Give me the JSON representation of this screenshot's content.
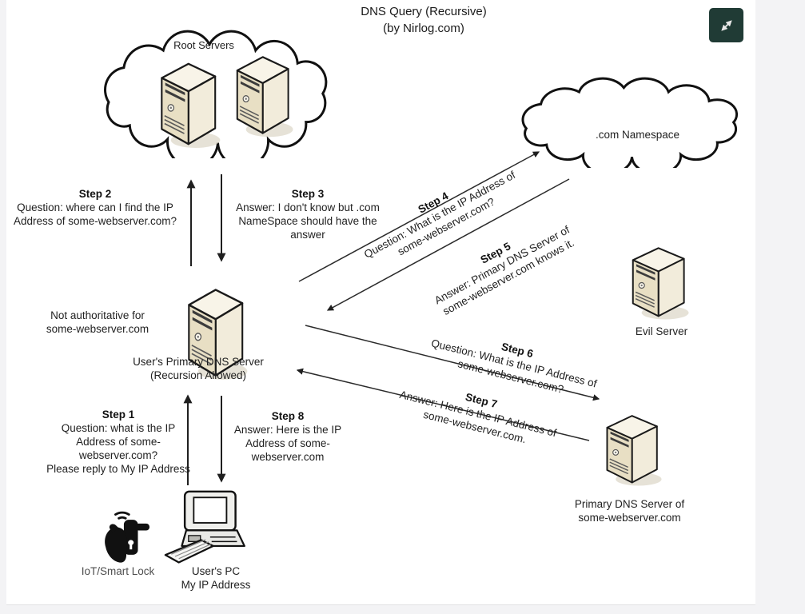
{
  "title": {
    "line1": "DNS Query (Recursive)",
    "line2": "(by Nirlog.com)"
  },
  "viewer": {
    "expand_button_icon": "diagonal-expand-arrows"
  },
  "colors": {
    "page_bg": "#f3f3f5",
    "canvas_bg": "#ffffff",
    "expand_button_bg": "#203b35",
    "diagram_line": "#2b2b2b",
    "server_front": "#e8dfc4",
    "server_side": "#f2ecdb",
    "server_top": "#f8f4e8"
  },
  "clouds": {
    "root": {
      "label": "Root Servers"
    },
    "com": {
      "label": ".com Namespace"
    }
  },
  "nodes": {
    "users_dns": {
      "annotation": [
        "Not authoritative for",
        "some-webserver.com"
      ],
      "label": [
        "User's Primary DNS Server",
        "(Recursion Allowed)"
      ]
    },
    "evil_server": {
      "label": [
        "Evil Server"
      ]
    },
    "auth_dns": {
      "label": [
        "Primary DNS Server of",
        "some-webserver.com"
      ]
    },
    "users_pc": {
      "label": [
        "User's PC",
        "My IP Address"
      ]
    },
    "iot_lock": {
      "label": [
        "IoT/Smart Lock"
      ]
    }
  },
  "steps": [
    {
      "name": "Step 1",
      "lines": [
        "Question: what is the IP",
        "Address of some-",
        "webserver.com?",
        "Please reply to My IP Address"
      ]
    },
    {
      "name": "Step 2",
      "lines": [
        "Question: where can I find the IP",
        "Address of some-webserver.com?"
      ]
    },
    {
      "name": "Step 3",
      "lines": [
        "Answer: I don't know but .com",
        "NameSpace should have the",
        "answer"
      ]
    },
    {
      "name": "Step 4",
      "lines": [
        "Question: What is the IP Address of",
        "some-webserver.com?"
      ]
    },
    {
      "name": "Step 5",
      "lines": [
        "Answer: Primary DNS Server of",
        "some-webserver.com knows it."
      ]
    },
    {
      "name": "Step 6",
      "lines": [
        "Question: What is the IP Address of",
        "some-webserver.com?"
      ]
    },
    {
      "name": "Step 7",
      "lines": [
        "Answer: Here is the IP Address of",
        "some-webserver.com."
      ]
    },
    {
      "name": "Step 8",
      "lines": [
        "Answer: Here is the IP",
        "Address of some-",
        "webserver.com"
      ]
    }
  ]
}
